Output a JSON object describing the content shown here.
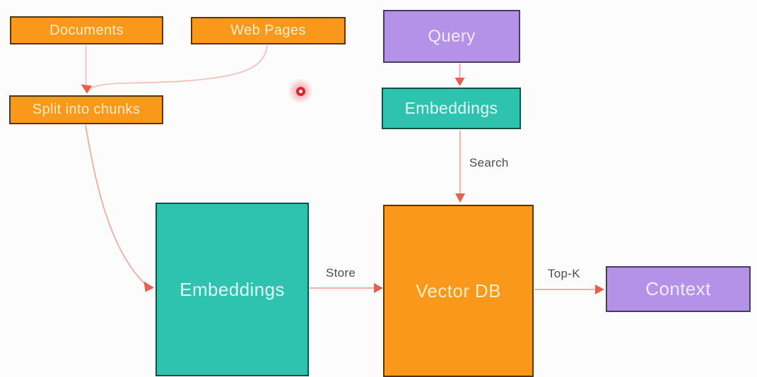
{
  "nodes": {
    "documents": {
      "label": "Documents",
      "color": "orange"
    },
    "web_pages": {
      "label": "Web Pages",
      "color": "orange"
    },
    "split_into_chunks": {
      "label": "Split into chunks",
      "color": "orange"
    },
    "query": {
      "label": "Query",
      "color": "purple"
    },
    "embeddings_query": {
      "label": "Embeddings",
      "color": "teal"
    },
    "embeddings_docs": {
      "label": "Embeddings",
      "color": "teal"
    },
    "vector_db": {
      "label": "Vector DB",
      "color": "orange"
    },
    "context": {
      "label": "Context",
      "color": "purple"
    }
  },
  "edges": [
    {
      "from": "documents",
      "to": "split_into_chunks",
      "label": ""
    },
    {
      "from": "web_pages",
      "to": "split_into_chunks",
      "label": ""
    },
    {
      "from": "split_into_chunks",
      "to": "embeddings_docs",
      "label": ""
    },
    {
      "from": "query",
      "to": "embeddings_query",
      "label": ""
    },
    {
      "from": "embeddings_query",
      "to": "vector_db",
      "label": "Search"
    },
    {
      "from": "embeddings_docs",
      "to": "vector_db",
      "label": "Store"
    },
    {
      "from": "vector_db",
      "to": "context",
      "label": "Top-K"
    }
  ],
  "colors": {
    "orange_fill": "#F9981B",
    "orange_border": "#53380F",
    "orange_text": "#F7EEC5",
    "teal_fill": "#2DC3AF",
    "teal_border": "#174D44",
    "teal_text": "#E4F8F3",
    "purple_fill": "#B492E8",
    "purple_border": "#4A3B66",
    "purple_text": "#F1EAFB",
    "edge_line": "#EFA89D",
    "edge_line_light": "#F2C0B6",
    "arrowhead": "#E6604F",
    "edge_label_text": "#4D4D4D",
    "background": "#FCFCFC",
    "cursor_dot": "#D6252E"
  }
}
